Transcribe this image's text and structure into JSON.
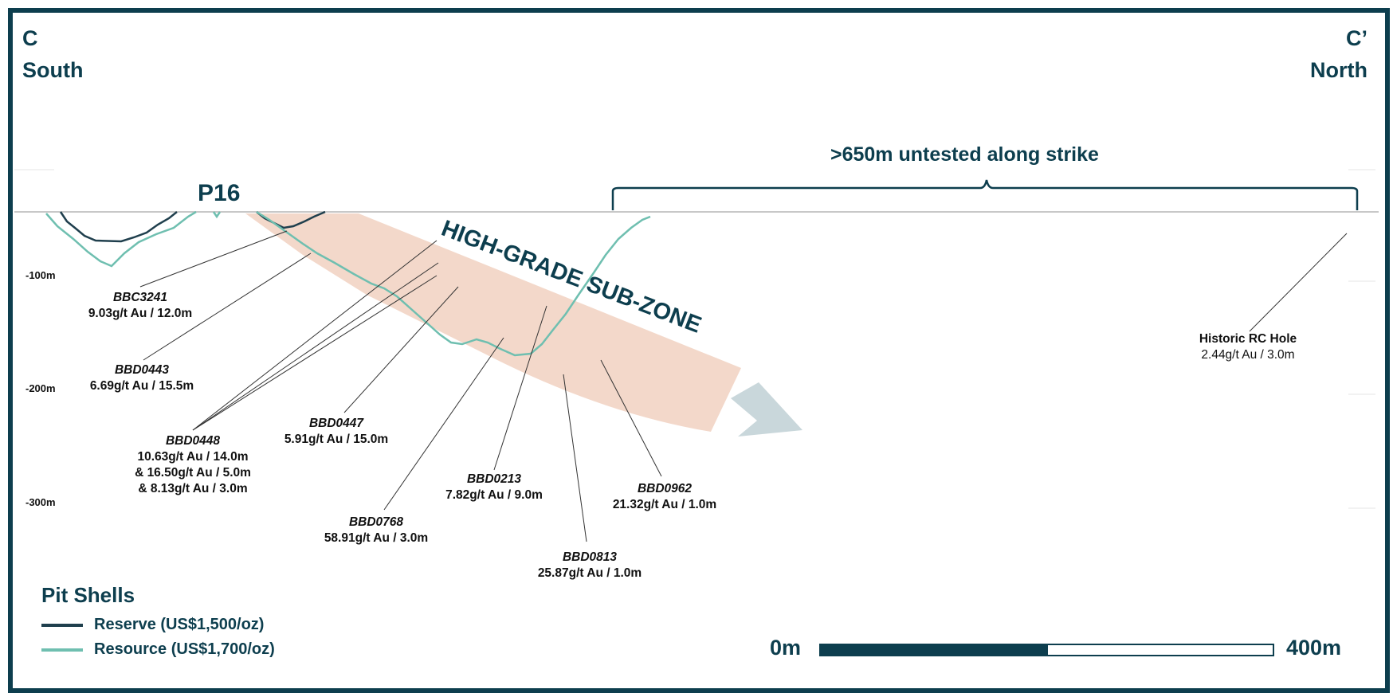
{
  "section": {
    "south_letter": "C",
    "south_label": "South",
    "north_letter": "C’",
    "north_label": "North"
  },
  "pit_label": "P16",
  "strike_label": ">650m untested along strike",
  "zone_label": "HIGH-GRADE SUB-ZONE",
  "depths": [
    "-100m",
    "-200m",
    "-300m"
  ],
  "holes": [
    {
      "id": "BBC3241",
      "lines": [
        "9.03g/t Au / 12.0m"
      ]
    },
    {
      "id": "BBD0443",
      "lines": [
        "6.69g/t Au / 15.5m"
      ]
    },
    {
      "id": "BBD0448",
      "lines": [
        "10.63g/t Au / 14.0m",
        "& 16.50g/t Au / 5.0m",
        "& 8.13g/t Au / 3.0m"
      ]
    },
    {
      "id": "BBD0447",
      "lines": [
        "5.91g/t Au / 15.0m"
      ]
    },
    {
      "id": "BBD0768",
      "lines": [
        "58.91g/t Au / 3.0m"
      ]
    },
    {
      "id": "BBD0213",
      "lines": [
        "7.82g/t Au / 9.0m"
      ]
    },
    {
      "id": "BBD0813",
      "lines": [
        "25.87g/t Au / 1.0m"
      ]
    },
    {
      "id": "BBD0962",
      "lines": [
        "21.32g/t Au / 1.0m"
      ]
    },
    {
      "id": "Historic RC Hole",
      "lines": [
        "2.44g/t Au / 3.0m"
      ]
    }
  ],
  "legend": {
    "title": "Pit Shells",
    "items": [
      {
        "label": "Reserve (US$1,500/oz)",
        "color": "#1f3f4d"
      },
      {
        "label": "Resource (US$1,700/oz)",
        "color": "#6fbfb0"
      }
    ]
  },
  "scale": {
    "start": "0m",
    "end": "400m"
  },
  "colors": {
    "frame": "#0d3e4e",
    "zone": "#f2d6c8",
    "arrow": "#c9d7db"
  }
}
